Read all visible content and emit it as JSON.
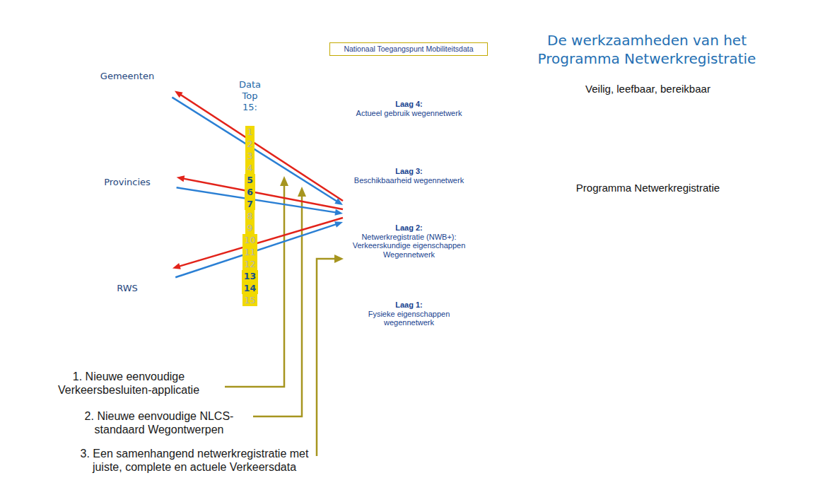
{
  "diagram": {
    "title": "De werkzaamheden van het Programma Netwerkregistratie",
    "nodes": [
      {
        "text": [
          "Gemeenten"
        ]
      },
      {
        "text": [
          "Provincies"
        ]
      },
      {
        "text": [
          "RWS"
        ]
      },
      {
        "text": [
          "Data Top 15:",
          "1",
          "2",
          "3",
          "4",
          "5",
          "6",
          "7",
          "8",
          "9",
          "10",
          "11",
          "12",
          "13",
          "14",
          "15"
        ]
      },
      {
        "text": [
          "Nationaal Toegangspunt Mobiliteitsdata"
        ]
      },
      {
        "text": [
          "Laag 4:",
          "Actueel gebruik wegennetwerk"
        ],
        "in": 4
      },
      {
        "text": [
          "Laag 3:",
          "Beschikbaarheid wegennetwerk"
        ],
        "in": 4
      },
      {
        "text": [
          "Laag 2:",
          "Netwerkregistratie (NWB+): Verkeerskundige eigenschappen Wegennetwerk"
        ],
        "in": 4
      },
      {
        "text": [
          "Laag 1:",
          "Fysieke eigenschappen wegennetwerk"
        ],
        "in": 4
      },
      {
        "text": [
          "Veilig, leefbaar, bereikbaar",
          "Programma Netwerkregistratie"
        ]
      }
    ],
    "edges": [
      {
        "from": 7,
        "to": 0,
        "arrow": "to"
      },
      {
        "from": 0,
        "to": 7,
        "arrow": "to"
      },
      {
        "from": 7,
        "to": 1,
        "arrow": "to"
      },
      {
        "from": 1,
        "to": 7,
        "arrow": "to"
      },
      {
        "from": 7,
        "to": 2,
        "arrow": "to"
      },
      {
        "from": 2,
        "to": 7,
        "arrow": "to"
      }
    ],
    "labels": [
      "1. Nieuwe eenvoudige Verkeersbesluiten-applicatie",
      "2. Nieuwe eenvoudige NLCS-standaard Wegontwerpen",
      "3. Een samenhangend netwerkregistratie met juiste, complete en actuele Verkeersdata"
    ]
  }
}
